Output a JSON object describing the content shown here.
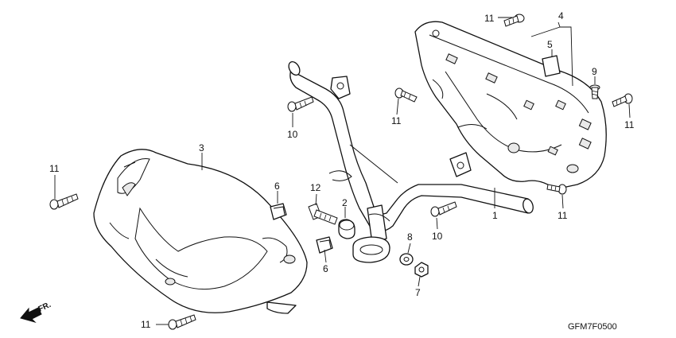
{
  "diagram_code": "GFM7F0500",
  "direction_label": "FR.",
  "callouts": {
    "c1": "1",
    "c2": "2",
    "c3": "3",
    "c4": "4",
    "c5": "5",
    "c6a": "6",
    "c6b": "6",
    "c7": "7",
    "c8": "8",
    "c9": "9",
    "c10a": "10",
    "c10b": "10",
    "c11a": "11",
    "c11b": "11",
    "c11c": "11",
    "c11d": "11",
    "c11e": "11",
    "c11f": "11",
    "c12": "12"
  }
}
